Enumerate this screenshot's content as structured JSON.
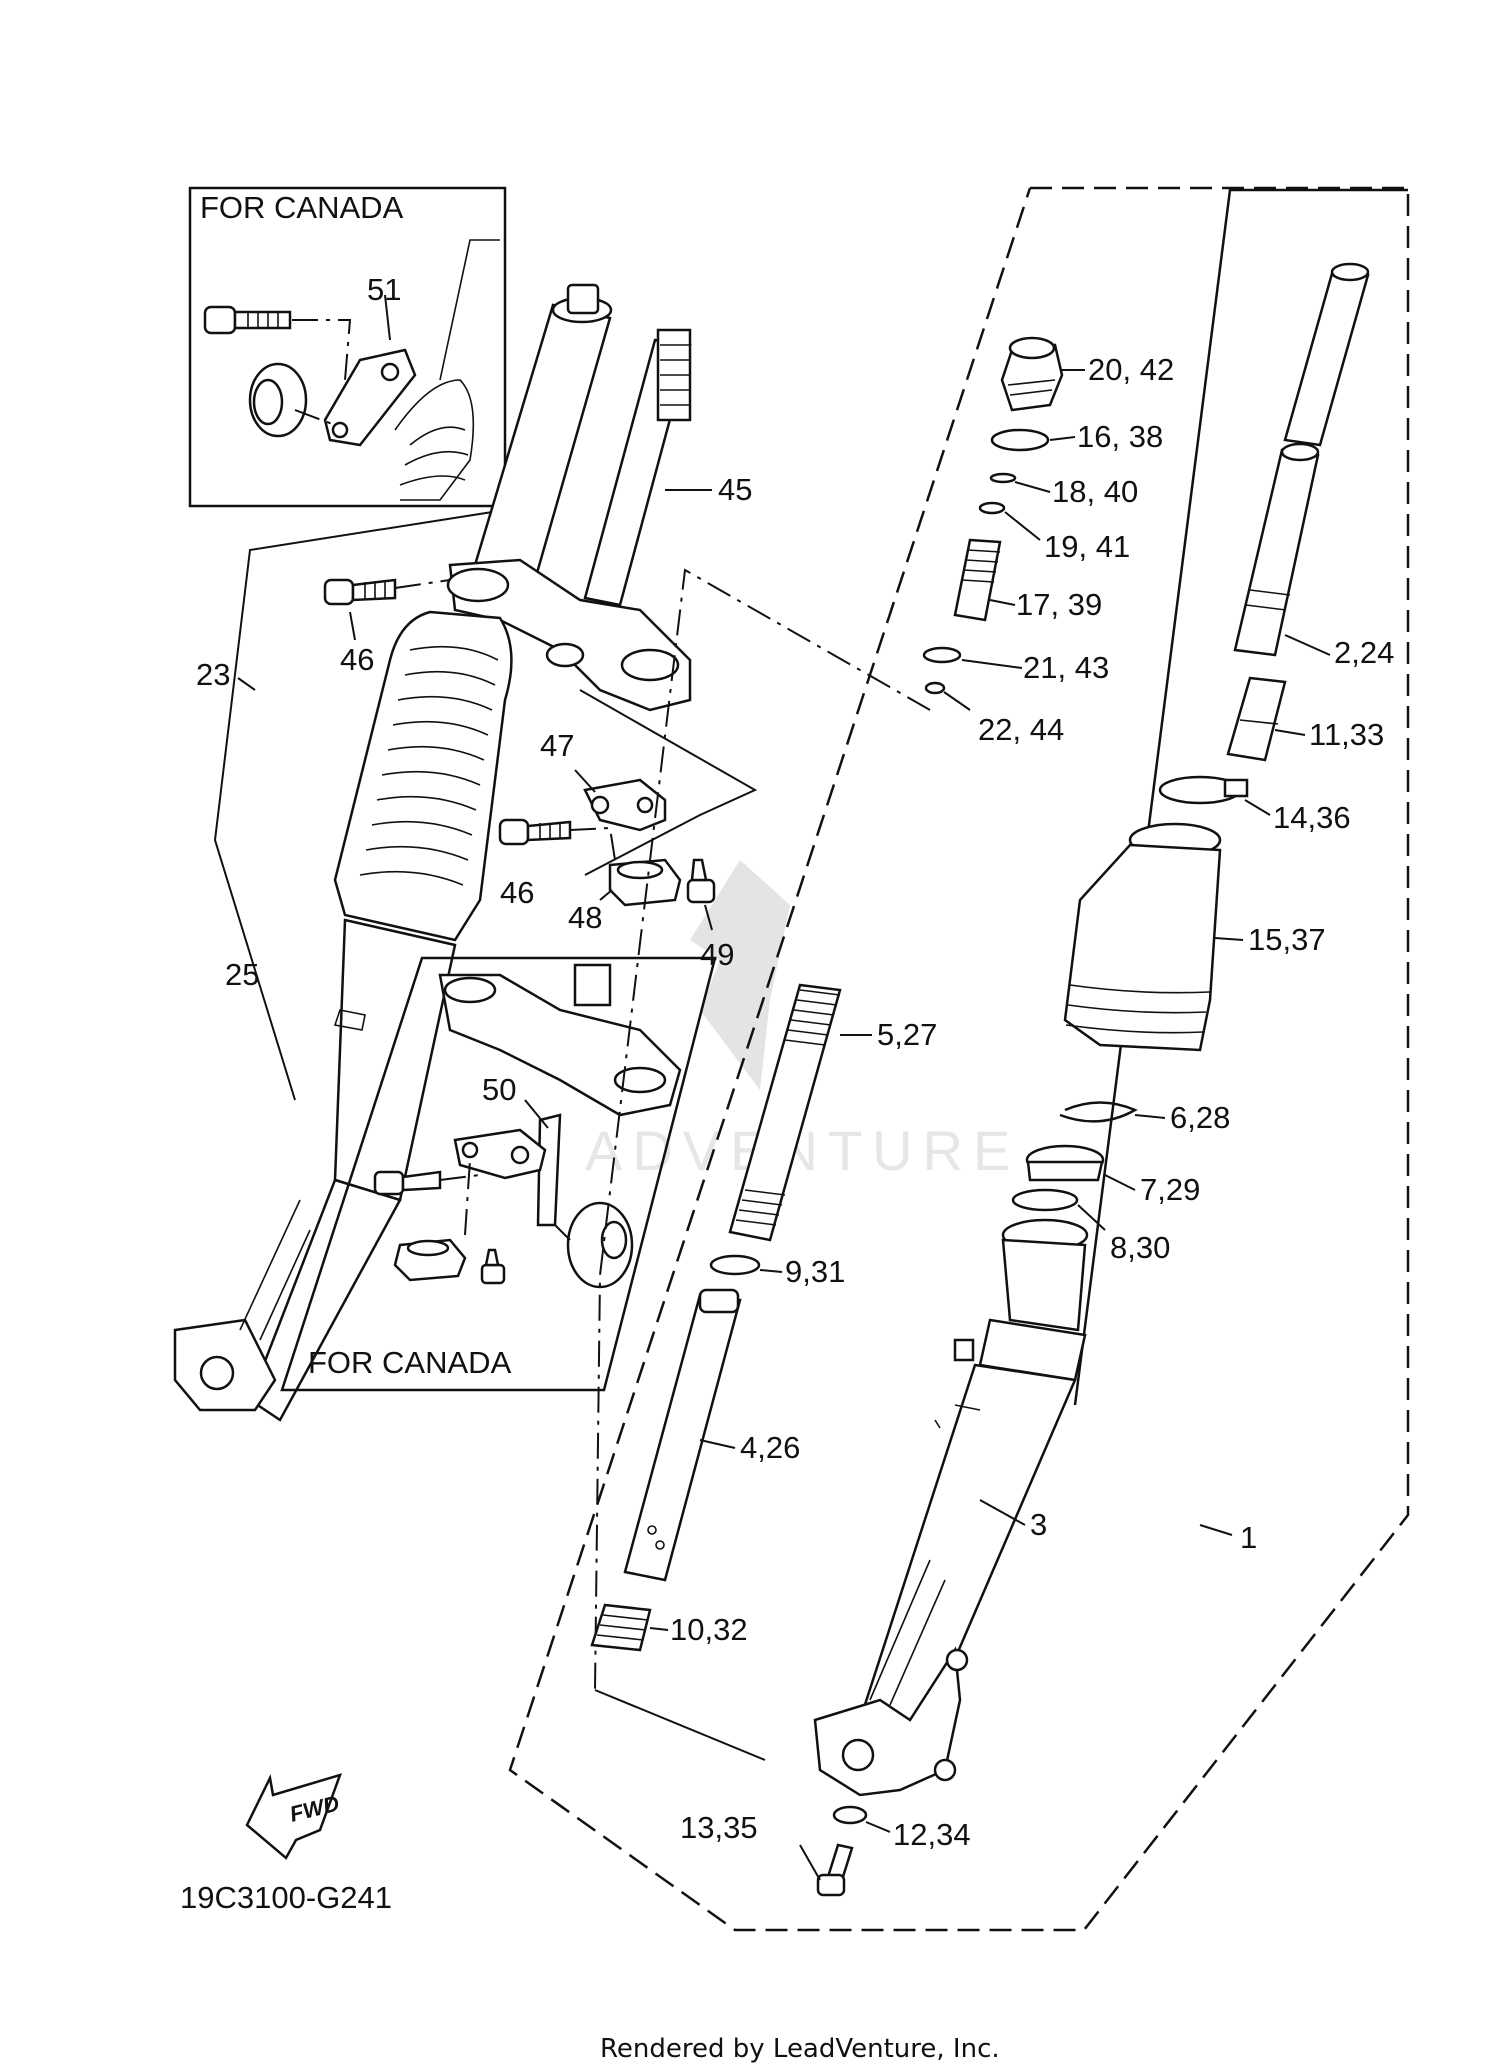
{
  "boxes": {
    "top_left_title": "FOR CANADA",
    "middle_title": "FOR CANADA"
  },
  "labels": {
    "p20_42": "20, 42",
    "p16_38": "16, 38",
    "p18_40": "18, 40",
    "p19_41": "19, 41",
    "p17_39": "17, 39",
    "p21_43": "21, 43",
    "p22_44": "22, 44",
    "p2_24": "2,24",
    "p11_33": "11,33",
    "p14_36": "14,36",
    "p15_37": "15,37",
    "p6_28": "6,28",
    "p7_29": "7,29",
    "p8_30": "8,30",
    "p5_27": "5,27",
    "p9_31": "9,31",
    "p4_26": "4,26",
    "p3": "3",
    "p1": "1",
    "p10_32": "10,32",
    "p13_35": "13,35",
    "p12_34": "12,34",
    "p51": "51",
    "p45": "45",
    "p23": "23",
    "p46a": "46",
    "p47": "47",
    "p46b": "46",
    "p48": "48",
    "p49": "49",
    "p25": "25",
    "p50": "50"
  },
  "fwd_badge": "FWD",
  "diagram_code": "19C3100-G241",
  "watermark": "ADVENTURE",
  "footer": "Rendered by LeadVenture, Inc."
}
